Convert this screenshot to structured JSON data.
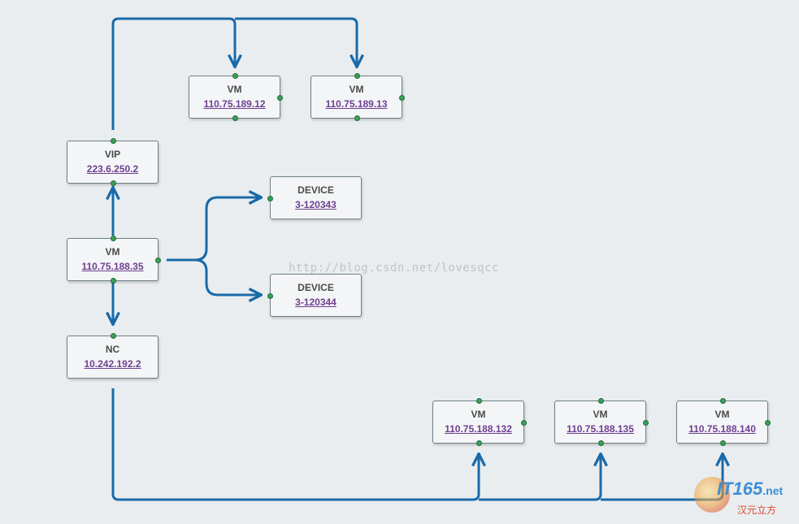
{
  "colors": {
    "connector": "#1a6aa9",
    "port": "#3aa05a",
    "link": "#6f3f8f"
  },
  "nodes": [
    {
      "id": "vm_189_12",
      "type": "VM",
      "addr": "110.75.189.12"
    },
    {
      "id": "vm_189_13",
      "type": "VM",
      "addr": "110.75.189.13"
    },
    {
      "id": "vip",
      "type": "VIP",
      "addr": "223.6.250.2"
    },
    {
      "id": "device_1",
      "type": "DEVICE",
      "addr": "3-120343"
    },
    {
      "id": "vm_188_35",
      "type": "VM",
      "addr": "110.75.188.35"
    },
    {
      "id": "device_2",
      "type": "DEVICE",
      "addr": "3-120344"
    },
    {
      "id": "nc",
      "type": "NC",
      "addr": "10.242.192.2"
    },
    {
      "id": "vm_188_132",
      "type": "VM",
      "addr": "110.75.188.132"
    },
    {
      "id": "vm_188_135",
      "type": "VM",
      "addr": "110.75.188.135"
    },
    {
      "id": "vm_188_140",
      "type": "VM",
      "addr": "110.75.188.140"
    }
  ],
  "edges": [
    {
      "from": "vm_188_35",
      "to": "vip"
    },
    {
      "from": "vm_188_35",
      "to": "nc"
    },
    {
      "from": "vm_188_35",
      "to": "device_1"
    },
    {
      "from": "vm_188_35",
      "to": "device_2"
    },
    {
      "from": "vip",
      "to": "vm_189_12"
    },
    {
      "from": "vip",
      "to": "vm_189_13"
    },
    {
      "from": "nc",
      "to": "vm_188_132"
    },
    {
      "from": "nc",
      "to": "vm_188_135"
    },
    {
      "from": "nc",
      "to": "vm_188_140"
    }
  ],
  "watermark": "http://blog.csdn.net/lovesqcc",
  "brand": {
    "logo": "IT165",
    "suffix": ".net",
    "tagline": "汉元立方"
  }
}
